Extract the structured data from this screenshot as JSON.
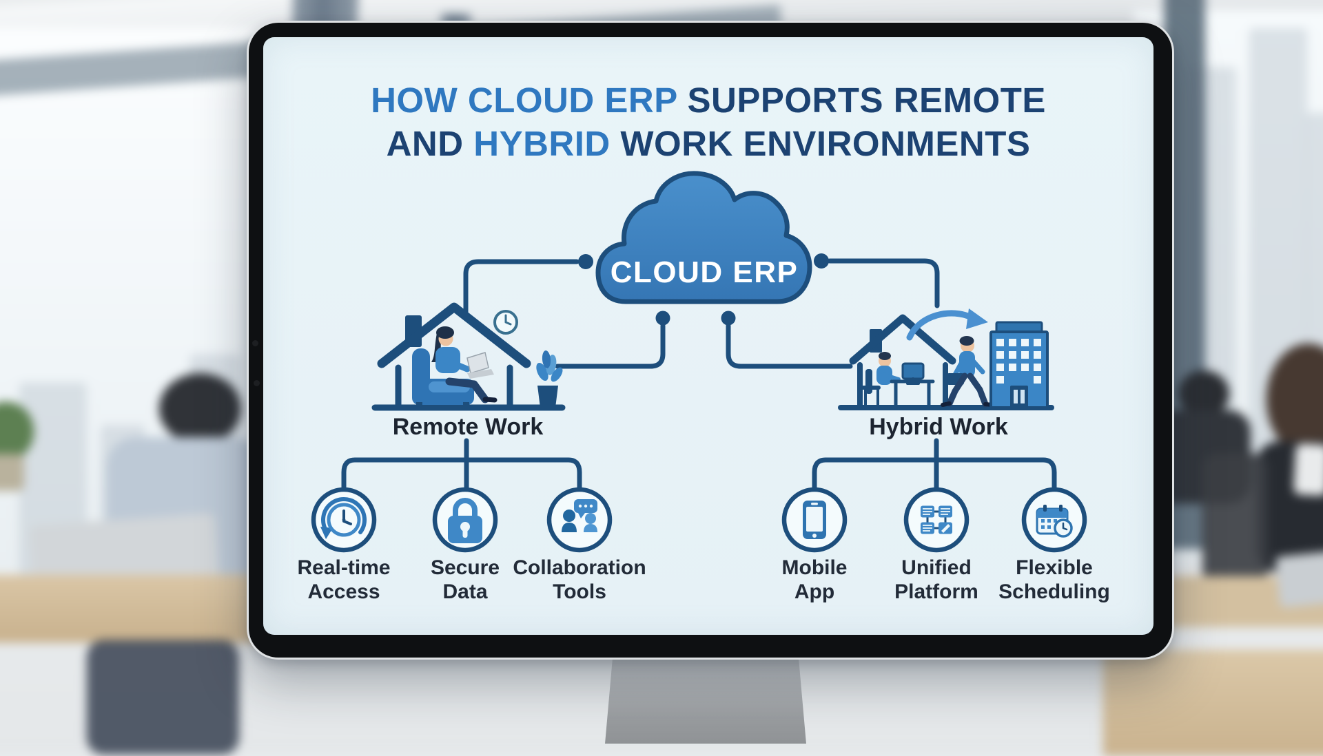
{
  "title": {
    "part1": "HOW CLOUD ERP",
    "part2": "SUPPORTS REMOTE",
    "part3": "AND",
    "part4": "HYBRID",
    "part5": "WORK ENVIRONMENTS"
  },
  "cloud": {
    "label": "CLOUD ERP"
  },
  "remote": {
    "label": "Remote Work",
    "items": [
      {
        "line1": "Real-time",
        "line2": "Access",
        "icon": "clock-refresh-icon"
      },
      {
        "line1": "Secure",
        "line2": "Data",
        "icon": "padlock-icon"
      },
      {
        "line1": "Collaboration",
        "line2": "Tools",
        "icon": "people-chat-icon"
      }
    ]
  },
  "hybrid": {
    "label": "Hybrid Work",
    "items": [
      {
        "line1": "Mobile",
        "line2": "App",
        "icon": "smartphone-icon"
      },
      {
        "line1": "Unified",
        "line2": "Platform",
        "icon": "workflow-boxes-icon"
      },
      {
        "line1": "Flexible",
        "line2": "Scheduling",
        "icon": "calendar-clock-icon"
      }
    ]
  },
  "colors": {
    "accent_blue": "#3f88c7",
    "line_navy": "#1d4e7c",
    "title_blue": "#2f78c0",
    "title_navy": "#1c4272",
    "screen_bg": "#e9f4f8",
    "label_dark": "#222b38"
  }
}
